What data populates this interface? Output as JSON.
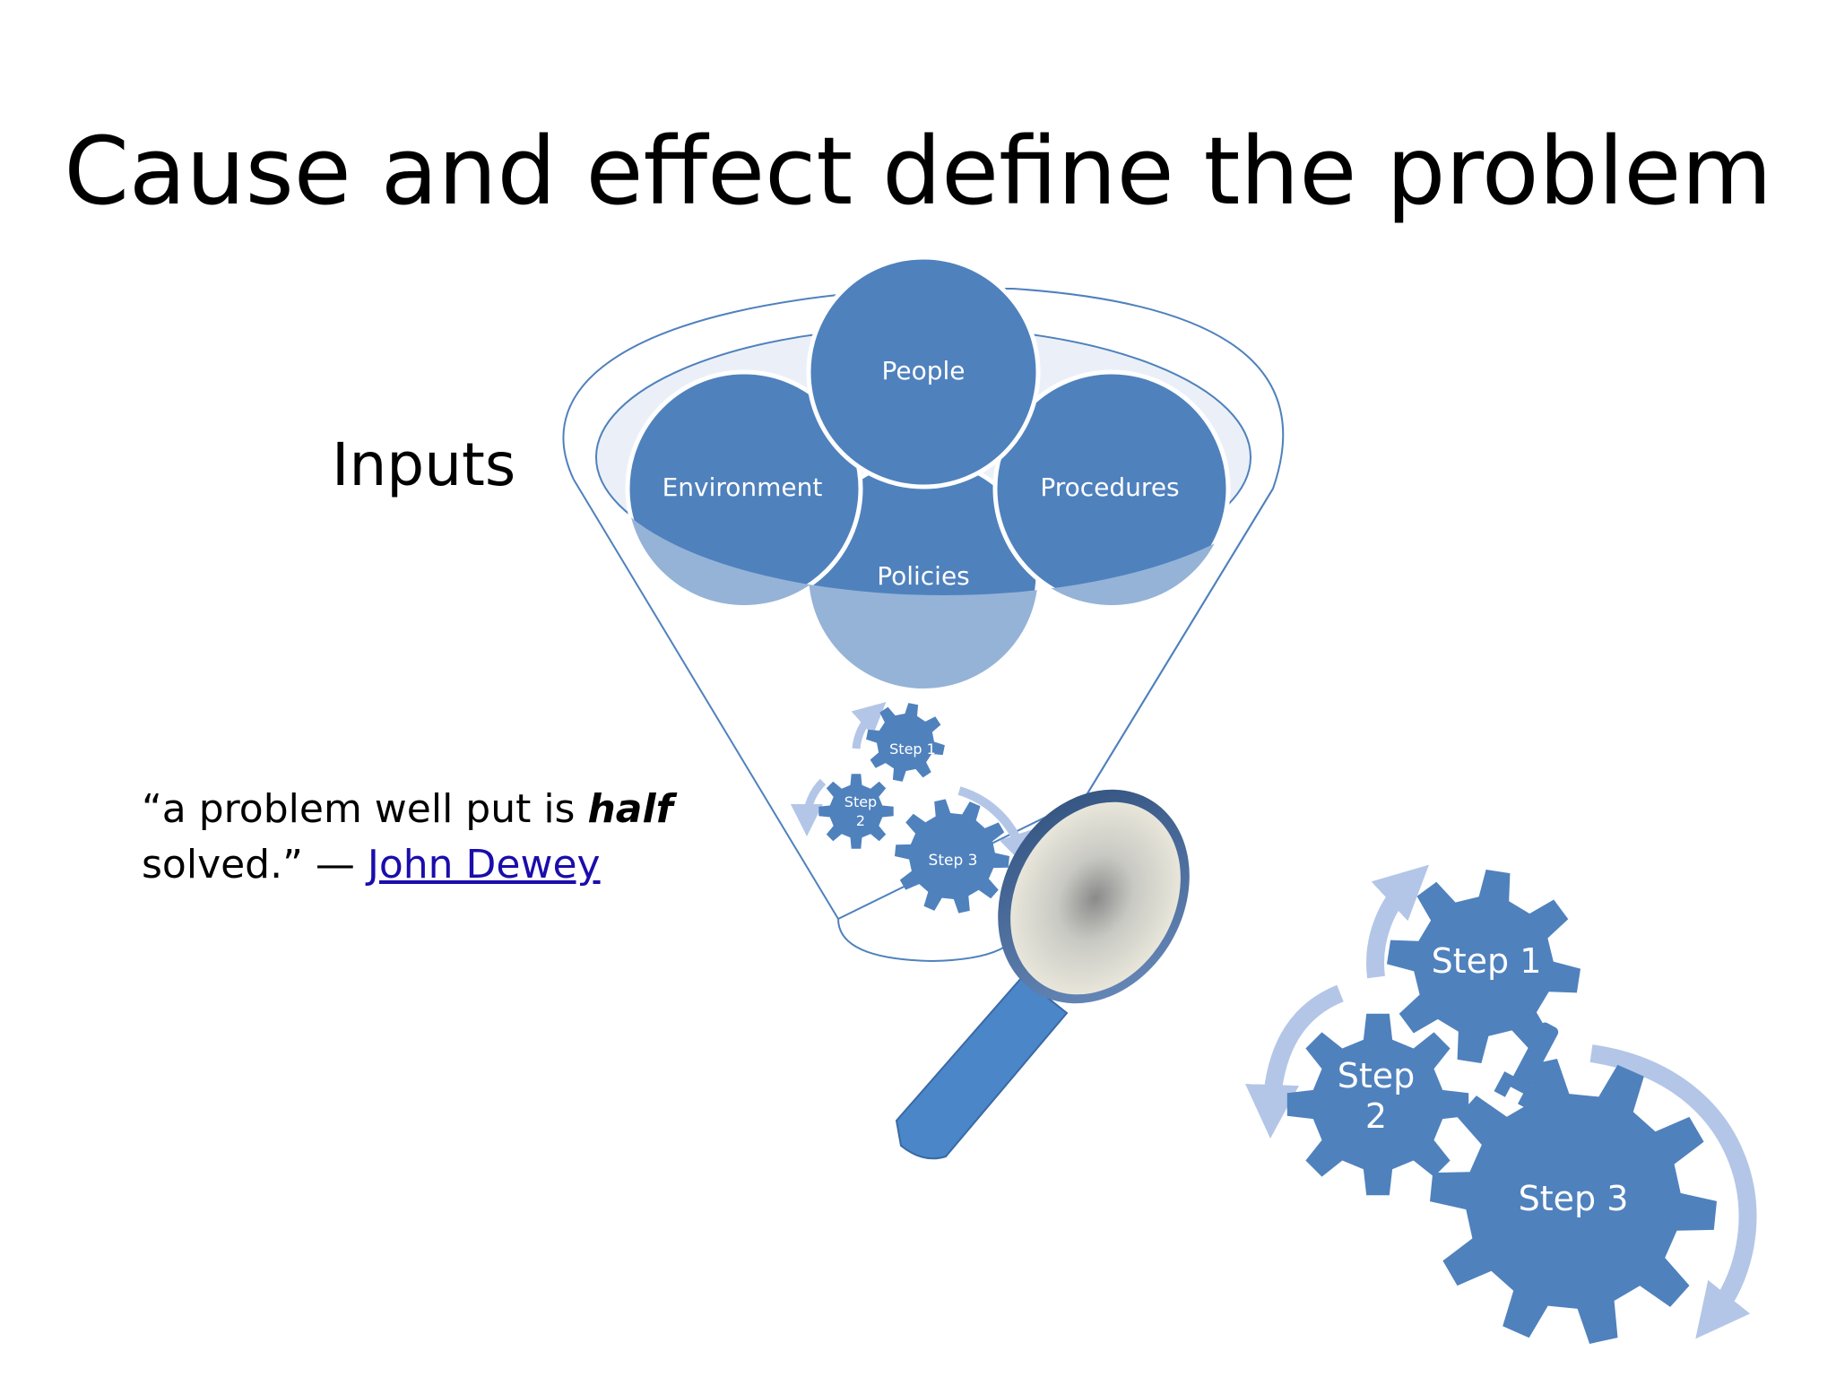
{
  "slide": {
    "title": "Cause and effect define the problem",
    "inputs_label": "Inputs",
    "quote": {
      "open": "“a problem well put is ",
      "emphasis": "half",
      "middle": " solved.” — ",
      "author": "John Dewey"
    }
  },
  "funnel": {
    "circles": [
      {
        "label": "People"
      },
      {
        "label": "Environment"
      },
      {
        "label": "Procedures"
      },
      {
        "label": "Policies"
      }
    ],
    "small_gears": [
      {
        "label": "Step 1"
      },
      {
        "label_line1": "Step",
        "label_line2": "2"
      },
      {
        "label": "Step 3"
      }
    ]
  },
  "large_gears": [
    {
      "label": "Step 1"
    },
    {
      "label_line1": "Step",
      "label_line2": "2"
    },
    {
      "label": "Step 3"
    }
  ],
  "colors": {
    "circle_fill": "#4f81bd",
    "circle_light": "#95b3d7",
    "funnel_stroke": "#4f81bd",
    "arrow": "#b4c6e7",
    "magnifier_handle": "#4a86c8"
  },
  "icons": [
    "magnifier-icon",
    "wrench-icon",
    "gear-icon"
  ]
}
